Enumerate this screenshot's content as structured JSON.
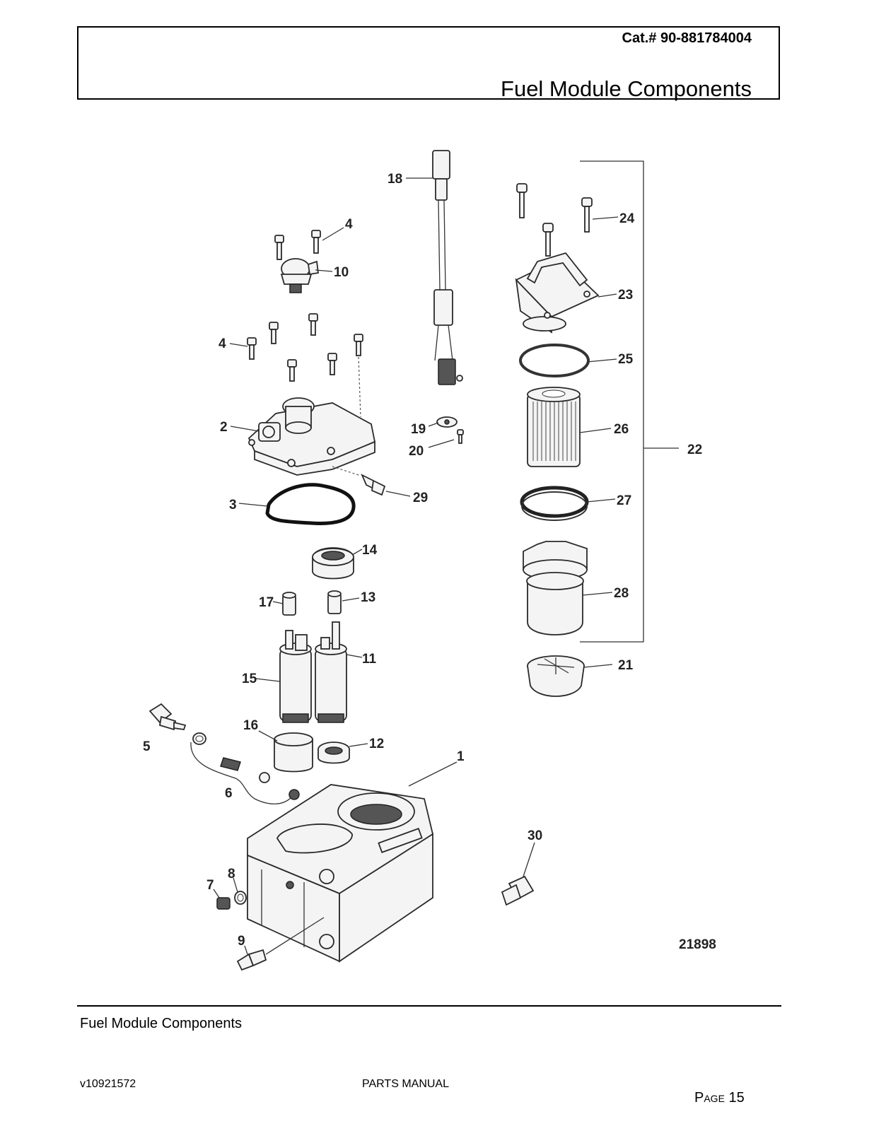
{
  "header": {
    "catalog": "Cat.# 90-881784004",
    "title": "Fuel Module Components"
  },
  "diagram": {
    "callouts": {
      "c1": "1",
      "c2": "2",
      "c3": "3",
      "c4a": "4",
      "c4b": "4",
      "c5": "5",
      "c6": "6",
      "c7": "7",
      "c8": "8",
      "c9": "9",
      "c10": "10",
      "c11": "11",
      "c12": "12",
      "c13": "13",
      "c14": "14",
      "c15": "15",
      "c16": "16",
      "c17": "17",
      "c18": "18",
      "c19": "19",
      "c20": "20",
      "c21": "21",
      "c22": "22",
      "c23": "23",
      "c24": "24",
      "c25": "25",
      "c26": "26",
      "c27": "27",
      "c28": "28",
      "c29": "29",
      "c30": "30"
    },
    "figure_id": "21898"
  },
  "footer": {
    "title": "Fuel Module Components",
    "version": "v10921572",
    "manual": "PARTS MANUAL",
    "page_word": "Page",
    "page_number": "15"
  }
}
